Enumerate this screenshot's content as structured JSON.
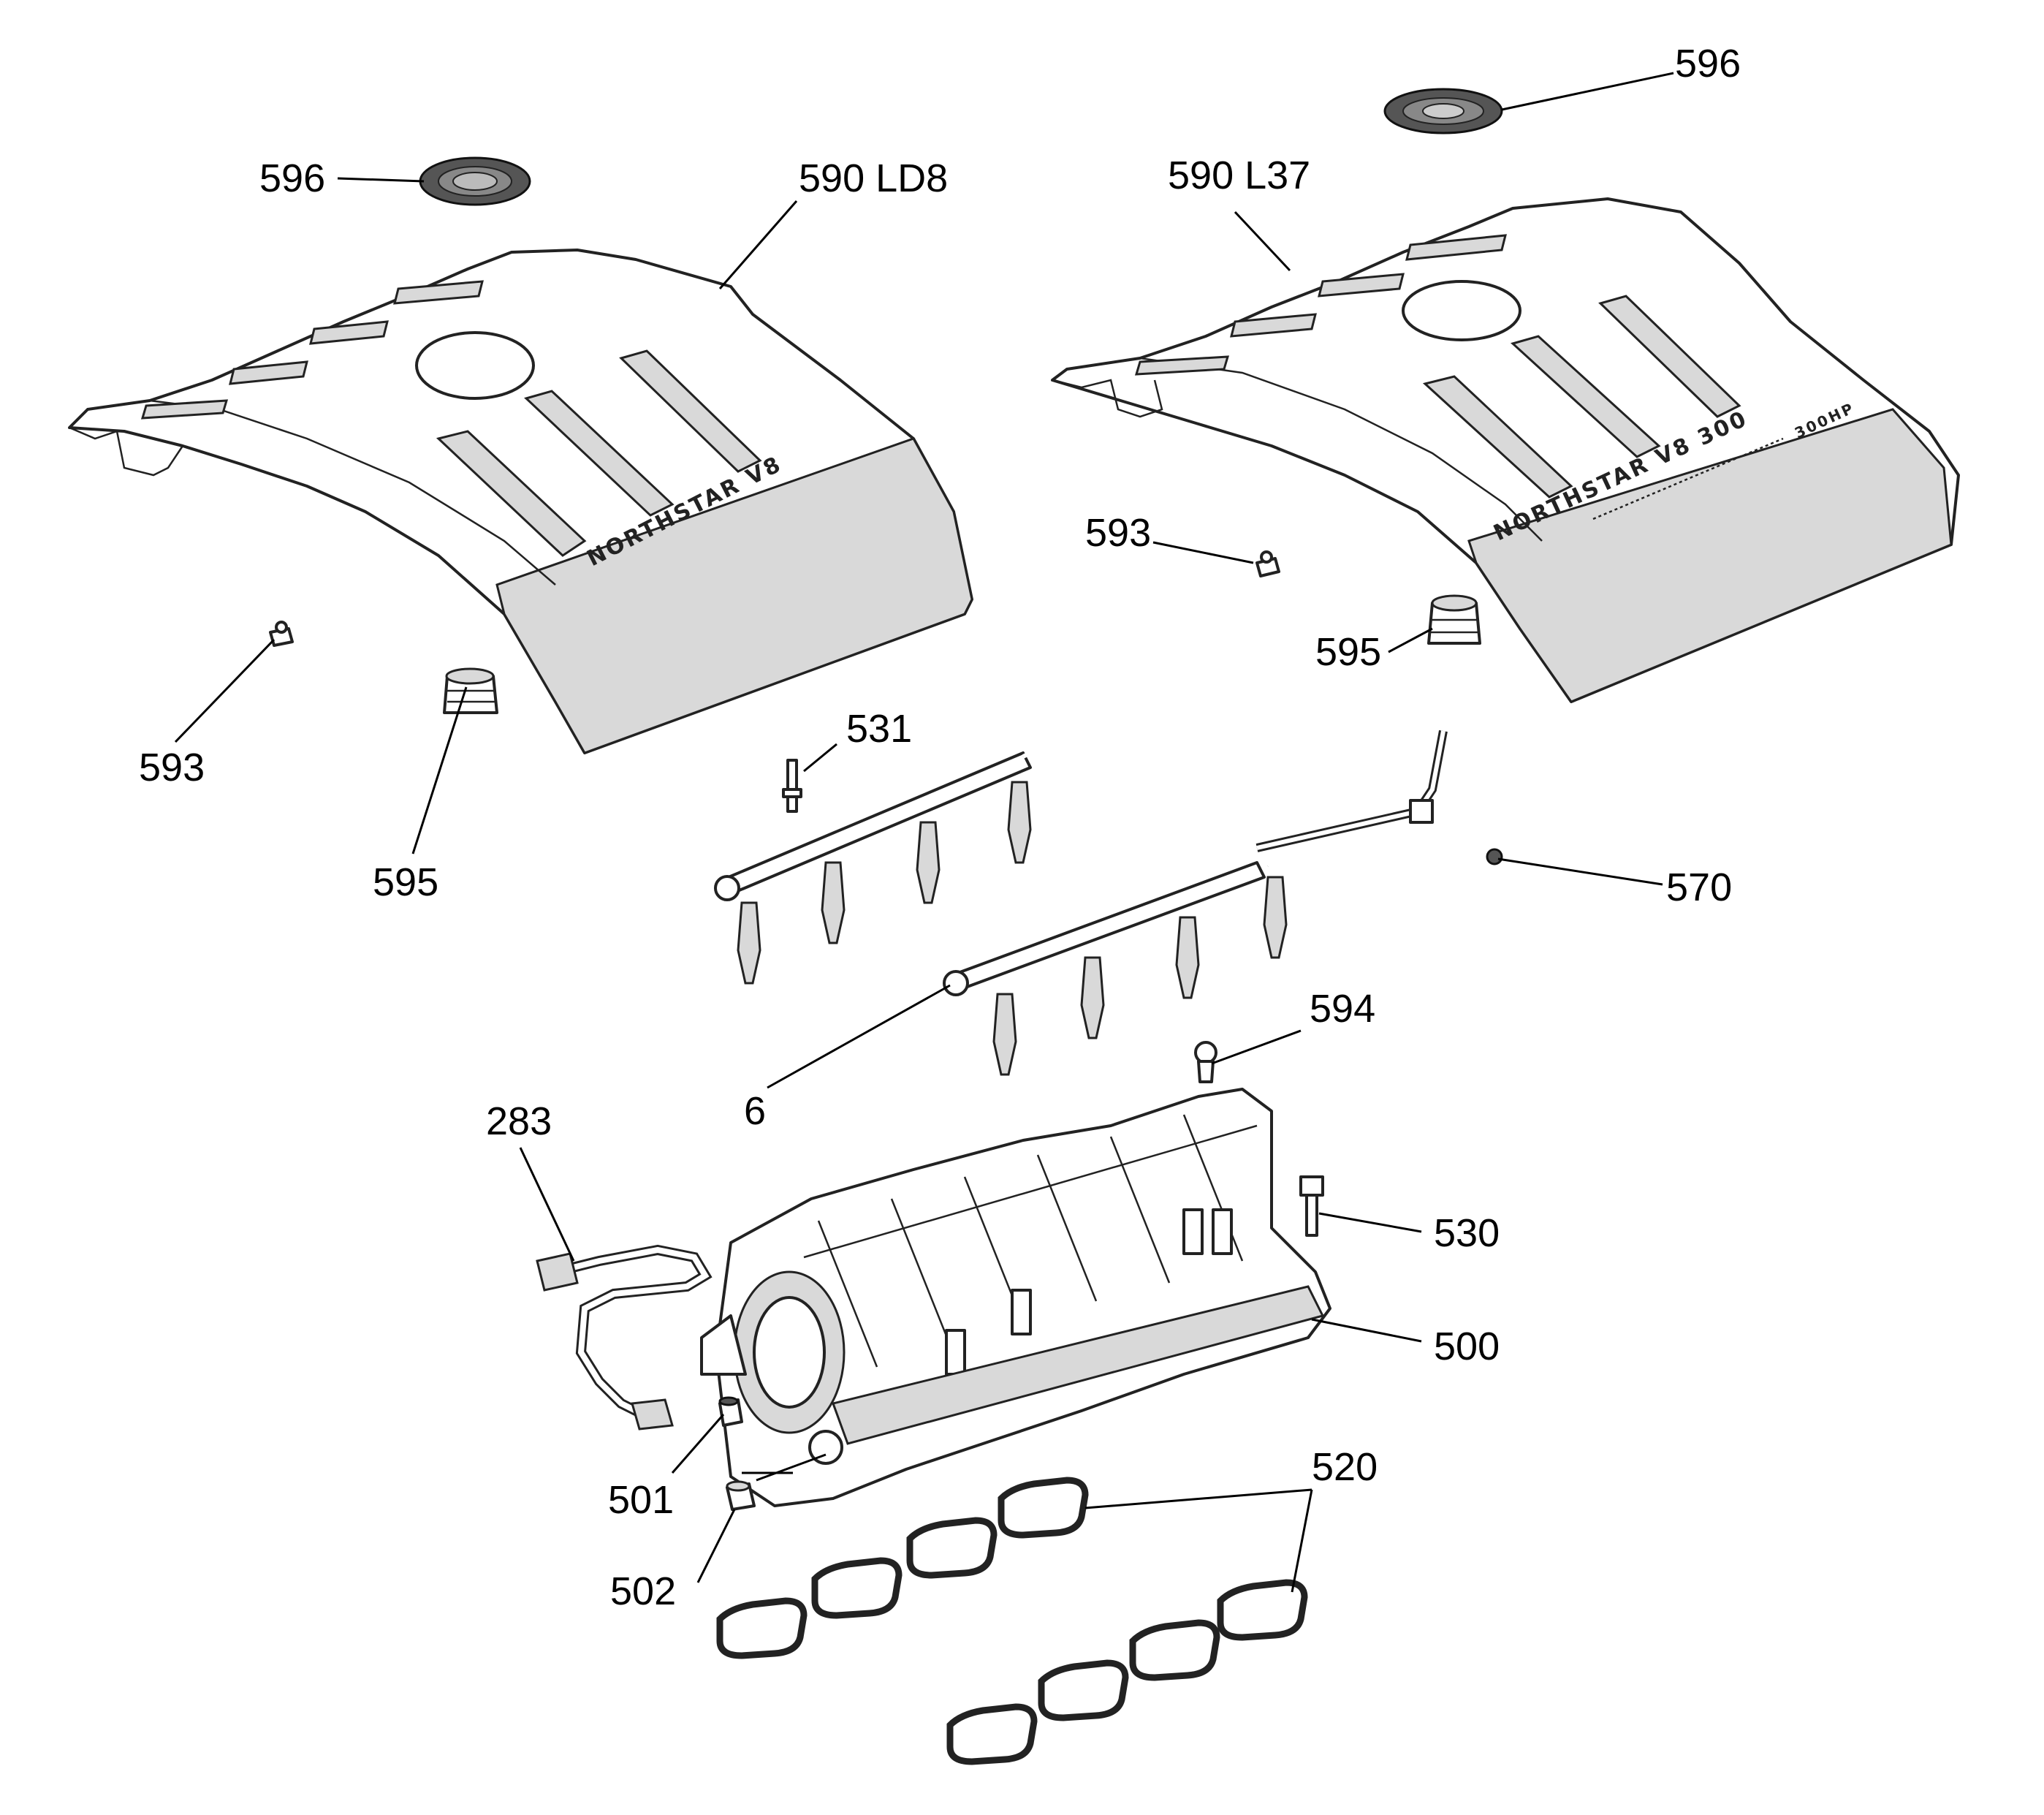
{
  "callouts": {
    "c596_left": "596",
    "c590_ld8": "590 LD8",
    "c596_right": "596",
    "c590_l37": "590 L37",
    "c593_right": "593",
    "c595_right": "595",
    "c593_left": "593",
    "c595_left": "595",
    "c531": "531",
    "c570": "570",
    "c594": "594",
    "c6": "6",
    "c283": "283",
    "c530": "530",
    "c500": "500",
    "c501": "501",
    "c520": "520",
    "c502": "502"
  },
  "cover_text": {
    "left_cover": "NORTHSTAR V8",
    "right_cover": "NORTHSTAR V8 300",
    "right_cover_hp": "300HP"
  }
}
